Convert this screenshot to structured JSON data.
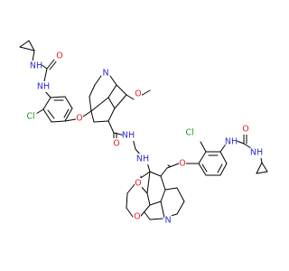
{
  "colors": {
    "N": "#2f2fd0",
    "O": "#e02020",
    "Cl": "#1a9a1a",
    "C": "#000000"
  },
  "molecule": {
    "atoms": [
      {
        "id": "a1",
        "text": "O",
        "element": "O"
      },
      {
        "id": "a2",
        "text": "NH",
        "element": "N"
      },
      {
        "id": "a3",
        "text": "NH",
        "element": "N"
      },
      {
        "id": "a4",
        "text": "Cl",
        "element": "Cl"
      },
      {
        "id": "a5",
        "text": "O",
        "element": "O"
      },
      {
        "id": "a6",
        "text": "N",
        "element": "N"
      },
      {
        "id": "a7",
        "text": "O",
        "element": "O"
      },
      {
        "id": "a8",
        "text": "O",
        "element": "O"
      },
      {
        "id": "a9",
        "text": "NH",
        "element": "N"
      },
      {
        "id": "a10",
        "text": "NH",
        "element": "N"
      },
      {
        "id": "a11",
        "text": "Cl",
        "element": "Cl"
      },
      {
        "id": "a12",
        "text": "NH",
        "element": "N"
      },
      {
        "id": "a13",
        "text": "O",
        "element": "O"
      },
      {
        "id": "a14",
        "text": "NH",
        "element": "N"
      },
      {
        "id": "a15",
        "text": "O",
        "element": "O"
      },
      {
        "id": "a16",
        "text": "O",
        "element": "O"
      },
      {
        "id": "a17",
        "text": "O",
        "element": "O"
      },
      {
        "id": "a18",
        "text": "N",
        "element": "N"
      }
    ]
  }
}
